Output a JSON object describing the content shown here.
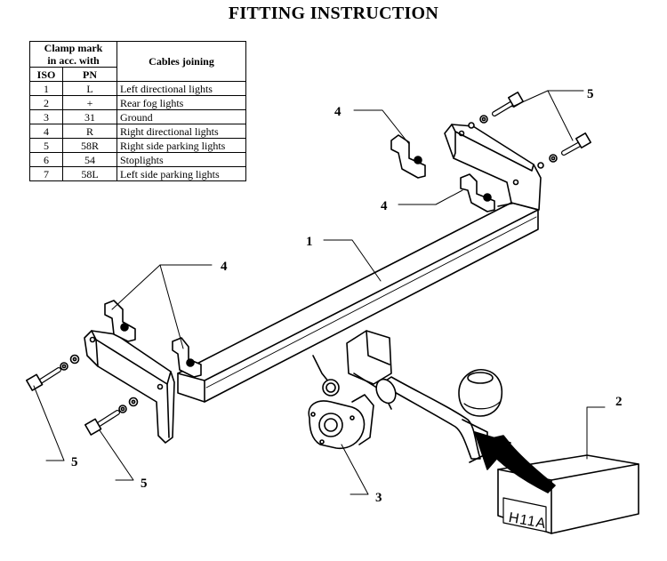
{
  "title": "FITTING INSTRUCTION",
  "table": {
    "header_clamp": "Clamp mark",
    "header_clamp2": "in acc. with",
    "header_cables": "Cables joining",
    "col_iso": "ISO",
    "col_pn": "PN",
    "rows": [
      {
        "iso": "1",
        "pn": "L",
        "cable": "Left directional lights"
      },
      {
        "iso": "2",
        "pn": "+",
        "cable": "Rear fog lights"
      },
      {
        "iso": "3",
        "pn": "31",
        "cable": "Ground"
      },
      {
        "iso": "4",
        "pn": "R",
        "cable": "Right directional lights"
      },
      {
        "iso": "5",
        "pn": "58R",
        "cable": "Right side parking lights"
      },
      {
        "iso": "6",
        "pn": "54",
        "cable": "Stoplights"
      },
      {
        "iso": "7",
        "pn": "58L",
        "cable": "Left side parking lights"
      }
    ]
  },
  "callouts": {
    "crossbar": "1",
    "module_box": "2",
    "socket": "3",
    "bracket": "4",
    "bolt": "5"
  },
  "module_label": "H11A"
}
